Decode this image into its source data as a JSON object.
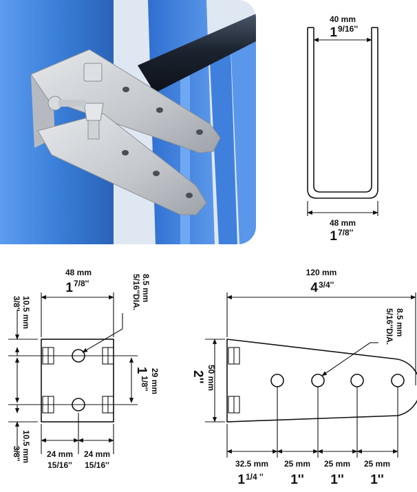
{
  "colors": {
    "frame_blue": "#3a7fd9",
    "steel": "#c9ccd0",
    "pipe": "#1c2430"
  },
  "u_profile": {
    "top_mm": "40 mm",
    "top_in_whole": "1",
    "top_in_frac": "9/16''",
    "bot_mm": "48 mm",
    "bot_in_whole": "1",
    "bot_in_frac": "7/8''"
  },
  "front_view": {
    "width_mm": "48 mm",
    "width_in_whole": "1",
    "width_in_frac": "7/8''",
    "hole_mm": "8.5 mm",
    "hole_in": "5/16''DIA.",
    "top_margin_mm": "10.5 mm",
    "top_margin_in": "3/8''",
    "spacing_mm": "29 mm",
    "spacing_in_whole": "1",
    "spacing_in_frac": "1/8''",
    "bottom_margin_mm": "10.5 mm",
    "bottom_margin_in": "3/8''",
    "left_mm": "24 mm",
    "left_in": "15/16''",
    "right_mm": "24 mm",
    "right_in": "15/16''"
  },
  "side_view": {
    "length_mm": "120 mm",
    "length_in_whole": "4",
    "length_in_frac": "3/4''",
    "hole_mm": "8.5 mm",
    "hole_in": "5/16''DIA.",
    "height_mm": "50 mm",
    "height_in": "2''",
    "d1_mm": "32.5 mm",
    "d1_in_whole": "1",
    "d1_in_frac": "1/4 ''",
    "d2_mm": "25 mm",
    "d2_in": "1''",
    "d3_mm": "25 mm",
    "d3_in": "1''",
    "d4_mm": "25 mm",
    "d4_in": "1''"
  }
}
